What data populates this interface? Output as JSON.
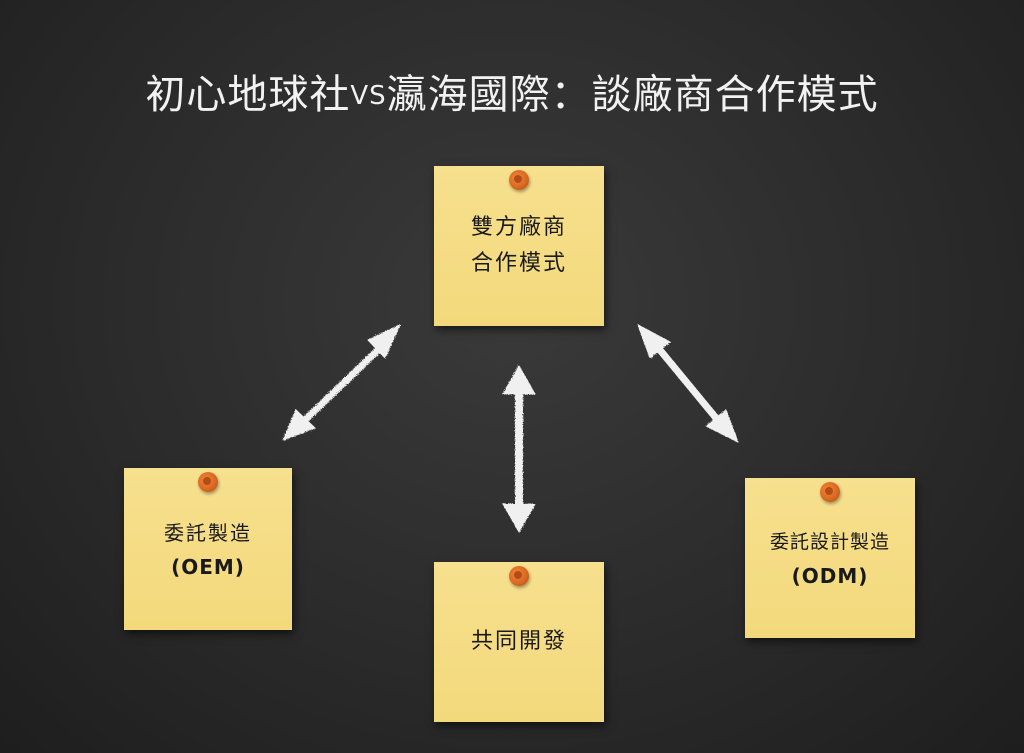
{
  "title": {
    "part1": "初心地球社",
    "vs": "VS",
    "part2": "瀛海國際：談廠商合作模式"
  },
  "notes": {
    "top": {
      "line1": "雙方廠商",
      "line2": "合作模式"
    },
    "left": {
      "line1": "委託製造",
      "abbr": "(OEM)"
    },
    "bottom": {
      "line1": "共同開發"
    },
    "right": {
      "line1": "委託設計製造",
      "abbr": "(ODM)"
    }
  },
  "colors": {
    "background": "#2b2b2b",
    "note": "#f5dc84",
    "pin": "#e0702a",
    "arrow": "#f0f0f0"
  }
}
